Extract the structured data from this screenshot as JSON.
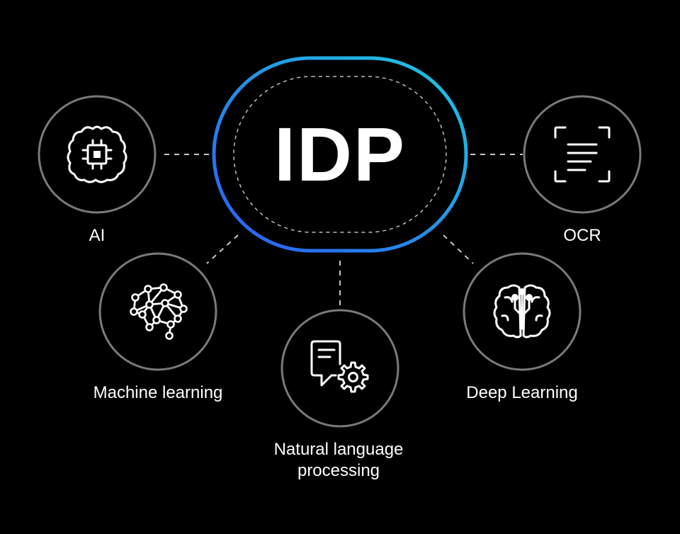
{
  "colors": {
    "background": "#000000",
    "node_ring": "#7a7a7a",
    "icon": "#ffffff",
    "connector": "#bdbdbd",
    "hub_gradient_start": "#2a6cf0",
    "hub_gradient_end": "#1ec3e0"
  },
  "hub": {
    "title": "IDP"
  },
  "nodes": [
    {
      "id": "ai",
      "label": "AI",
      "icon": "brain-chip-icon"
    },
    {
      "id": "ocr",
      "label": "OCR",
      "icon": "document-scan-icon"
    },
    {
      "id": "ml",
      "label": "Machine learning",
      "icon": "neural-network-head-icon"
    },
    {
      "id": "nlp",
      "label_lines": [
        "Natural language",
        "processing"
      ],
      "icon": "chat-gear-icon"
    },
    {
      "id": "dl",
      "label": "Deep Learning",
      "icon": "brain-circuit-icon"
    }
  ]
}
